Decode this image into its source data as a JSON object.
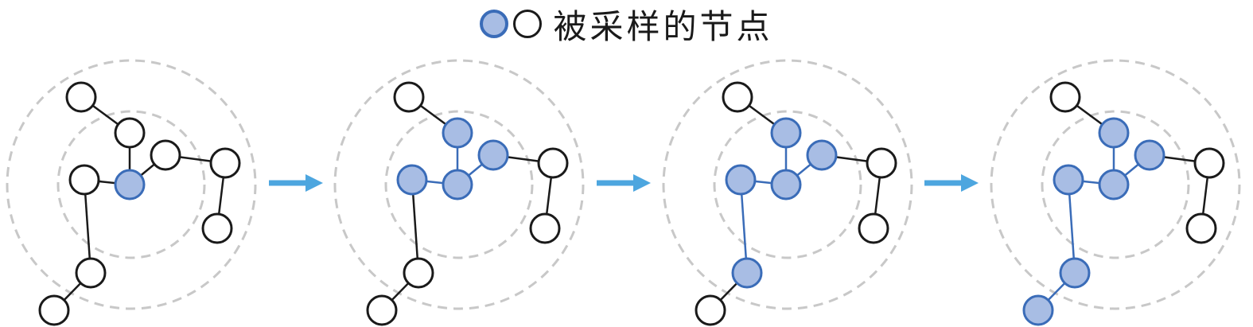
{
  "legend": {
    "label": "被采样的节点",
    "items": [
      {
        "name": "sampled-node",
        "fill": "#a8bde4",
        "stroke": "#3a6cb8"
      },
      {
        "name": "unsampled-node",
        "fill": "#ffffff",
        "stroke": "#1a1a1a"
      }
    ]
  },
  "colors": {
    "sampled_fill": "#a8bde4",
    "sampled_stroke": "#3a6cb8",
    "sampled_edge": "#3a6cb8",
    "unsampled_fill": "#ffffff",
    "unsampled_stroke": "#1a1a1a",
    "ring": "#c8c8c8",
    "arrow": "#4da6df"
  },
  "graph": {
    "nodes": [
      "A",
      "B",
      "C",
      "D",
      "E",
      "F",
      "G",
      "H",
      "I"
    ],
    "edges": [
      [
        "A",
        "B"
      ],
      [
        "B",
        "C"
      ],
      [
        "C",
        "D"
      ],
      [
        "C",
        "E"
      ],
      [
        "E",
        "F"
      ],
      [
        "F",
        "G"
      ],
      [
        "D",
        "H"
      ],
      [
        "H",
        "I"
      ]
    ],
    "center_node": "C"
  },
  "panels": [
    {
      "step": 1,
      "sampled": [
        "C"
      ]
    },
    {
      "step": 2,
      "sampled": [
        "C",
        "B",
        "D",
        "E"
      ]
    },
    {
      "step": 3,
      "sampled": [
        "C",
        "B",
        "D",
        "E",
        "H"
      ]
    },
    {
      "step": 4,
      "sampled": [
        "C",
        "B",
        "D",
        "E",
        "H",
        "I"
      ]
    }
  ],
  "arrows": [
    "panel-1-to-2",
    "panel-2-to-3",
    "panel-3-to-4"
  ]
}
